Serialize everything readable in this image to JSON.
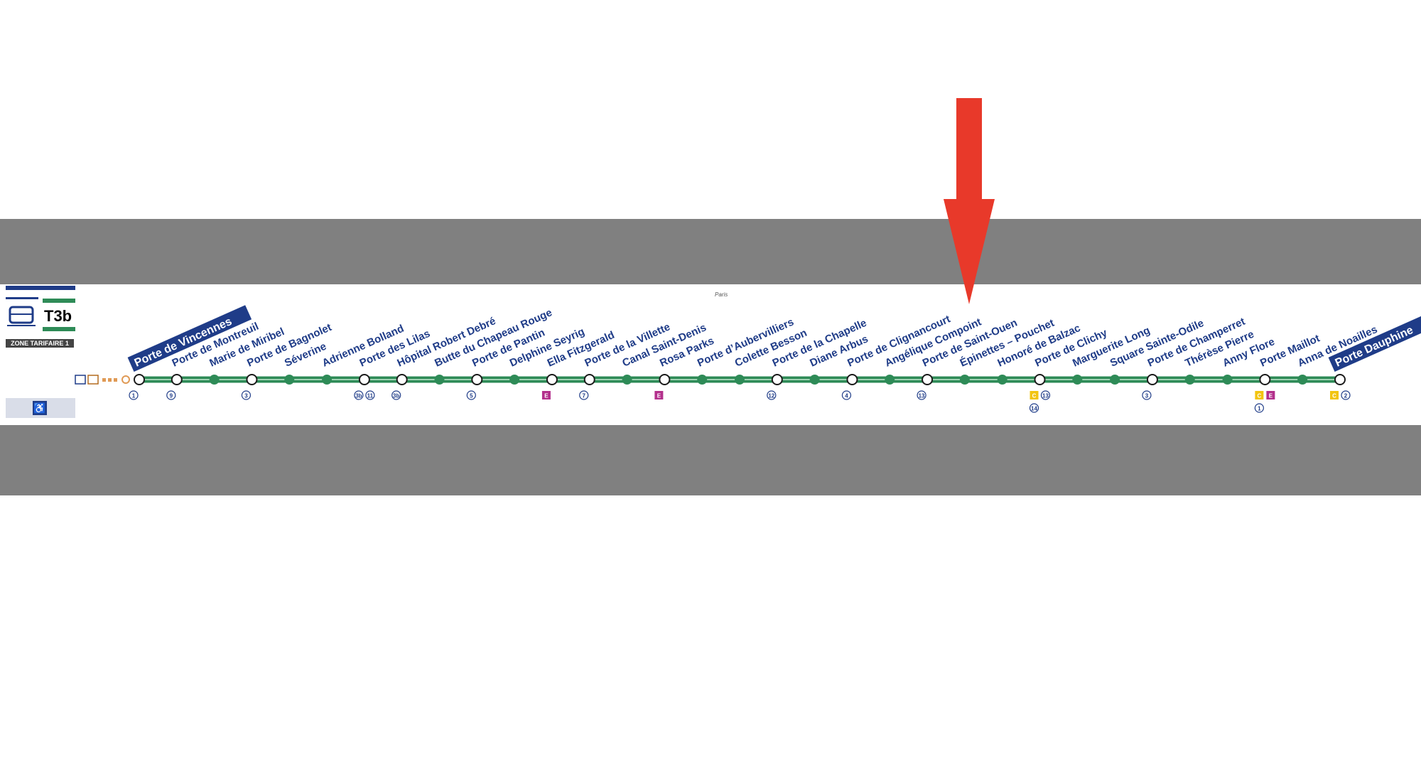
{
  "line": {
    "name": "T3b",
    "zone": "ZONE TARIFAIRE 1",
    "city_label": "Paris",
    "color": "#2e8b57",
    "brand_color": "#1f3c88"
  },
  "stations": [
    {
      "name": "Porte de Vincennes",
      "terminus": true,
      "connections": [
        "M 1"
      ]
    },
    {
      "name": "Porte de Montreuil",
      "connections": [
        "M 9"
      ]
    },
    {
      "name": "Marie de Miribel",
      "connections": []
    },
    {
      "name": "Porte de Bagnolet",
      "connections": [
        "M 3"
      ]
    },
    {
      "name": "Séverine",
      "connections": []
    },
    {
      "name": "Adrienne Bolland",
      "connections": []
    },
    {
      "name": "Porte des Lilas",
      "connections": [
        "M 3b",
        "M 11"
      ]
    },
    {
      "name": "Hôpital Robert Debré",
      "connections": [
        "M 3b"
      ]
    },
    {
      "name": "Butte du Chapeau Rouge",
      "connections": []
    },
    {
      "name": "Porte de Pantin",
      "connections": [
        "M 5"
      ]
    },
    {
      "name": "Delphine Seyrig",
      "connections": []
    },
    {
      "name": "Ella Fitzgerald",
      "connections": [
        "RER E"
      ]
    },
    {
      "name": "Porte de la Villette",
      "connections": [
        "M 7"
      ]
    },
    {
      "name": "Canal Saint-Denis",
      "connections": []
    },
    {
      "name": "Rosa Parks",
      "connections": [
        "RER E"
      ]
    },
    {
      "name": "Porte d’Aubervilliers",
      "connections": []
    },
    {
      "name": "Colette Besson",
      "connections": []
    },
    {
      "name": "Porte de la Chapelle",
      "connections": [
        "M 12"
      ]
    },
    {
      "name": "Diane Arbus",
      "connections": []
    },
    {
      "name": "Porte de Clignancourt",
      "connections": [
        "M 4"
      ]
    },
    {
      "name": "Angélique Compoint",
      "connections": []
    },
    {
      "name": "Porte de Saint-Ouen",
      "connections": [
        "M 13"
      ]
    },
    {
      "name": "Épinettes – Pouchet",
      "connections": []
    },
    {
      "name": "Honoré de Balzac",
      "connections": []
    },
    {
      "name": "Porte de Clichy",
      "connections": [
        "RER C",
        "M 13",
        "M 14"
      ]
    },
    {
      "name": "Marguerite Long",
      "connections": []
    },
    {
      "name": "Square Sainte-Odile",
      "connections": []
    },
    {
      "name": "Porte de Champerret",
      "connections": [
        "M 3"
      ]
    },
    {
      "name": "Thérèse Pierre",
      "connections": []
    },
    {
      "name": "Anny Flore",
      "connections": []
    },
    {
      "name": "Porte Maillot",
      "connections": [
        "RER C",
        "RER E",
        "M 1"
      ]
    },
    {
      "name": "Anna de Noailles",
      "connections": []
    },
    {
      "name": "Porte Dauphine",
      "terminus": true,
      "connections": [
        "RER C",
        "M 2"
      ]
    }
  ],
  "colors": {
    "arrow": "#e8392a",
    "band": "#808080",
    "terminus_bg": "#1f3c88",
    "text": "#1f3c88",
    "metro_yellow": "#f2c40f",
    "rer_purple": "#b3308c"
  }
}
